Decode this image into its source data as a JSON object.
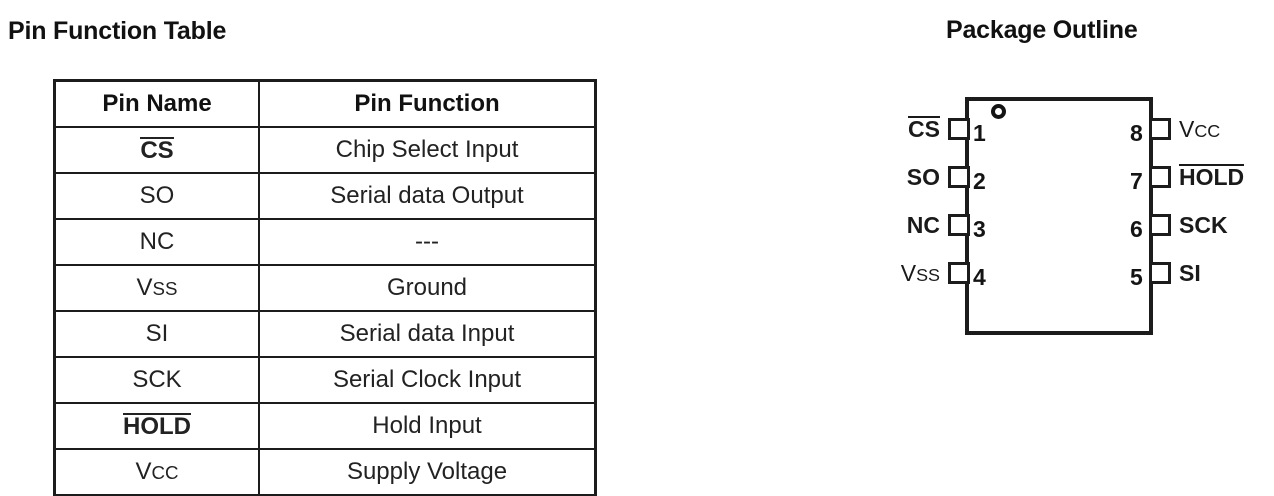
{
  "titles": {
    "pin_table": "Pin Function Table",
    "package": "Package Outline"
  },
  "pin_table": {
    "headers": {
      "name": "Pin Name",
      "function": "Pin Function"
    },
    "rows": [
      {
        "name": "CS",
        "overline": true,
        "bold_name": true,
        "function": "Chip Select Input"
      },
      {
        "name": "SO",
        "overline": false,
        "bold_name": false,
        "function": "Serial data Output"
      },
      {
        "name": "NC",
        "overline": false,
        "bold_name": false,
        "function": "---"
      },
      {
        "name": "Vss",
        "overline": false,
        "bold_name": false,
        "function": "Ground"
      },
      {
        "name": "SI",
        "overline": false,
        "bold_name": false,
        "function": "Serial data Input"
      },
      {
        "name": "SCK",
        "overline": false,
        "bold_name": false,
        "function": "Serial Clock Input"
      },
      {
        "name": "HOLD",
        "overline": true,
        "bold_name": true,
        "function": "Hold Input"
      },
      {
        "name": "Vcc",
        "overline": false,
        "bold_name": false,
        "function": "Supply Voltage"
      }
    ]
  },
  "package": {
    "pin1_marker": "pin1-dot",
    "left_pins": [
      {
        "number": "1",
        "label": "CS",
        "overline": true,
        "bold": true
      },
      {
        "number": "2",
        "label": "SO",
        "overline": false,
        "bold": true
      },
      {
        "number": "3",
        "label": "NC",
        "overline": false,
        "bold": true
      },
      {
        "number": "4",
        "label": "Vss",
        "overline": false,
        "bold": false
      }
    ],
    "right_pins": [
      {
        "number": "8",
        "label": "Vcc",
        "overline": false,
        "bold": false
      },
      {
        "number": "7",
        "label": "HOLD",
        "overline": true,
        "bold": true
      },
      {
        "number": "6",
        "label": "SCK",
        "overline": false,
        "bold": true
      },
      {
        "number": "5",
        "label": "SI",
        "overline": false,
        "bold": true
      }
    ]
  },
  "colors": {
    "ink": "#1c1c1c",
    "background": "#ffffff"
  }
}
